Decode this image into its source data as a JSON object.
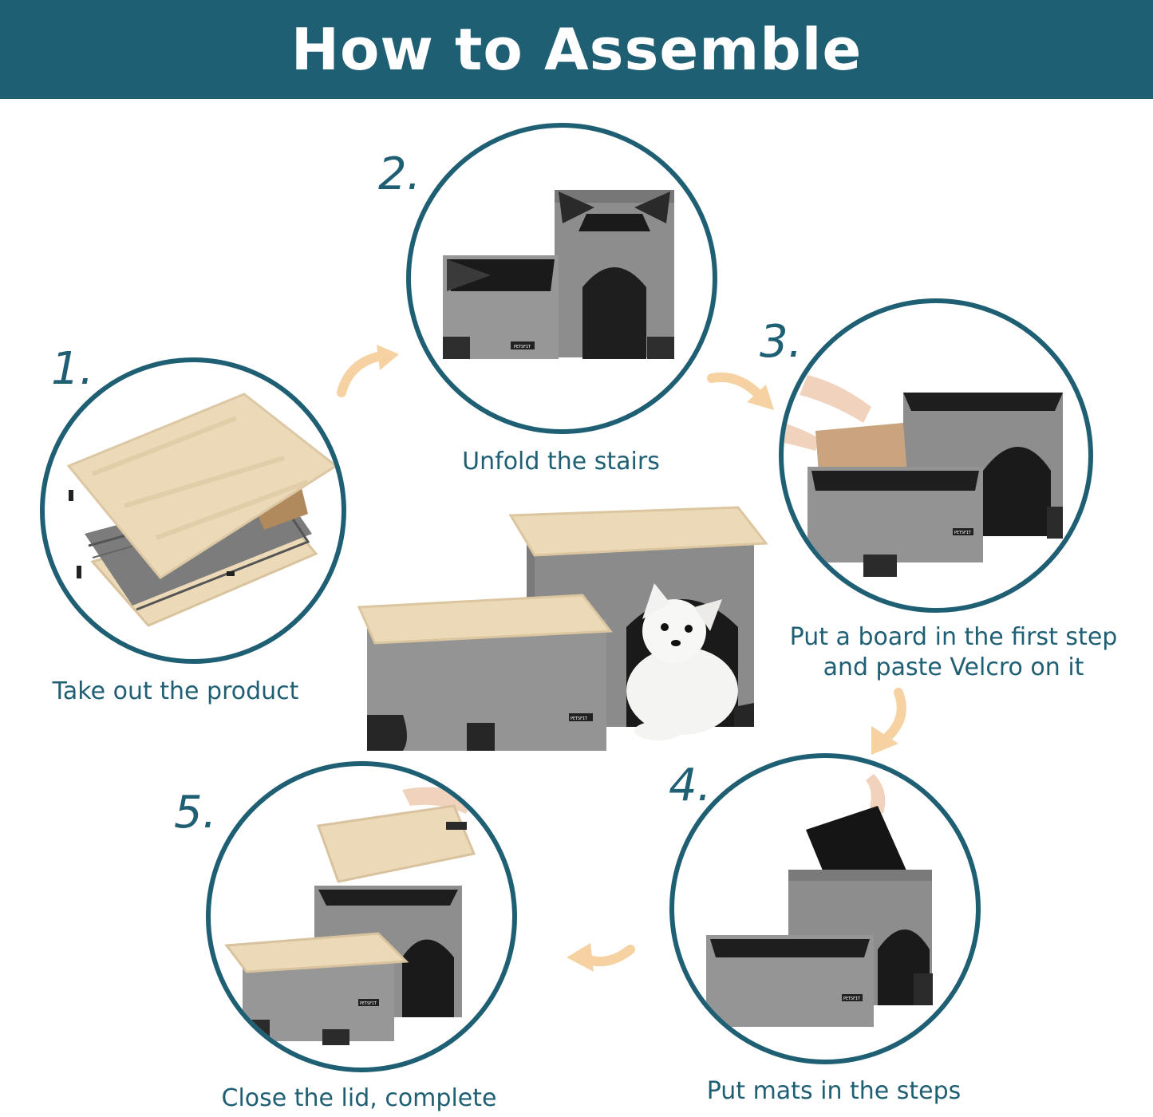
{
  "header": {
    "title": "How to Assemble"
  },
  "steps": [
    {
      "number": "1.",
      "caption": "Take out the product"
    },
    {
      "number": "2.",
      "caption": "Unfold the stairs"
    },
    {
      "number": "3.",
      "caption_line1": "Put a board in the first step",
      "caption_line2": "and paste Velcro on it"
    },
    {
      "number": "4.",
      "caption": "Put mats in the steps"
    },
    {
      "number": "5.",
      "caption": "Close the lid, complete"
    }
  ],
  "product": {
    "brand": "PETSFIT"
  },
  "colors": {
    "accent": "#1f5f74",
    "arrow": "#f6d2a2",
    "felt": "#8a8a8a",
    "plush": "#ecd9b8"
  }
}
